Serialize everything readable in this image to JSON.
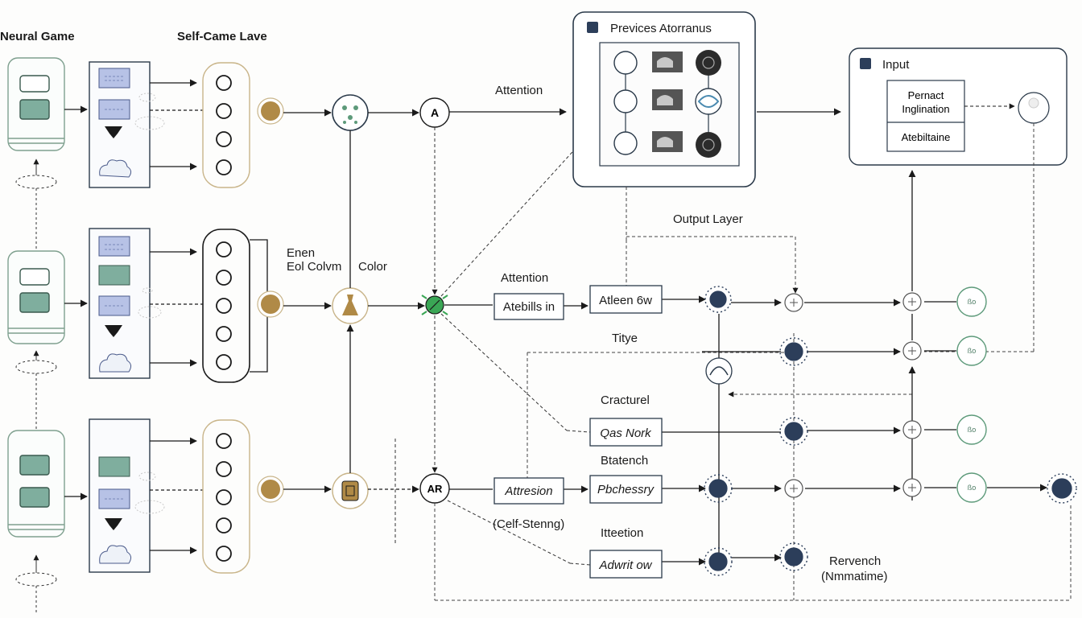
{
  "labels": {
    "neural_game": "Neural Game",
    "self_came_lave": "Self-Came Lave",
    "attention_top": "Attention",
    "previces_title": "Previces Atorranus",
    "input_title": "Input",
    "input_box_line1": "Pernact",
    "input_box_line2": "Inglination",
    "input_box_line3": "Atebiltaine",
    "output_layer": "Output Layer",
    "enen": "Enen",
    "eol_colvm": "Eol Colvm",
    "color": "Color",
    "attention_mid": "Attention",
    "atebills_in": "Atebills in",
    "atleen_6w": "Atleen 6w",
    "tityе": "Tityе",
    "cracturel": "Cracturel",
    "qas_nork": "Qas Nork",
    "btatench": "Btatench",
    "attresion": "Attresion",
    "pbchessry": "Pbchessry",
    "celf_stenng": "(Celf-Stenng)",
    "itteetion": "Itteetion",
    "adwrit_ow": "Adwrit ow",
    "rervench": "Rervench",
    "nmmatime": "(Nmmatime)",
    "node_glyph_a": "A",
    "node_glyph_ar": "AR",
    "output_glyph": "ßo"
  },
  "colors": {
    "stroke": "#2b3a4a",
    "green_node": "#3aa655",
    "teal_fill": "#7fae9e",
    "lavender_fill": "#b7c2e6",
    "gold_fill": "#b08a47",
    "dark_node": "#2c3e5a",
    "output_green": "#5d9a7a"
  }
}
